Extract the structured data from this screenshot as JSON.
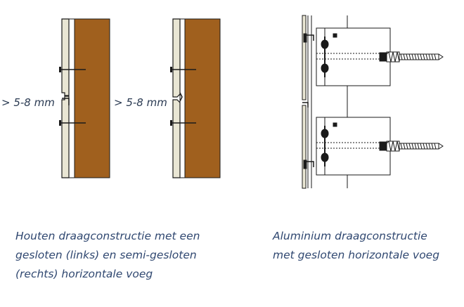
{
  "diagrams": {
    "left_dimension_label": "> 5-8 mm",
    "middle_dimension_label": "> 5-8 mm"
  },
  "captions": {
    "left": {
      "line1": "Houten draagconstructie met een",
      "line2": "gesloten (links) en semi-gesloten",
      "line3": "(rechts) horizontale voeg"
    },
    "right": {
      "line1": "Aluminium draagconstructie",
      "line2": "met gesloten horizontale voeg"
    }
  },
  "colors": {
    "wood": "#a0601e",
    "panel": "#e9e6d4",
    "line": "#1a1a1a",
    "caption_text": "#2f4770"
  }
}
